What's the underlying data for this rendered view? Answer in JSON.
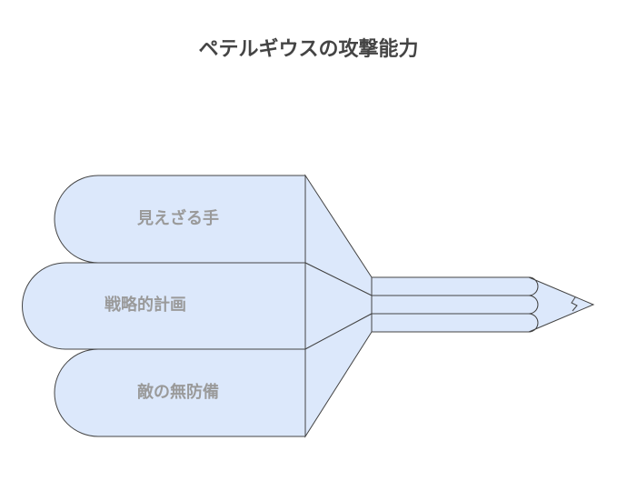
{
  "title": "ペテルギウスの攻撃能力",
  "items": [
    {
      "label": "見えざる手"
    },
    {
      "label": "戦略的計画"
    },
    {
      "label": "敵の無防備"
    }
  ],
  "colors": {
    "fill": "#dce8fb",
    "stroke": "#444444",
    "title": "#444444",
    "label": "#9a9a9a"
  }
}
